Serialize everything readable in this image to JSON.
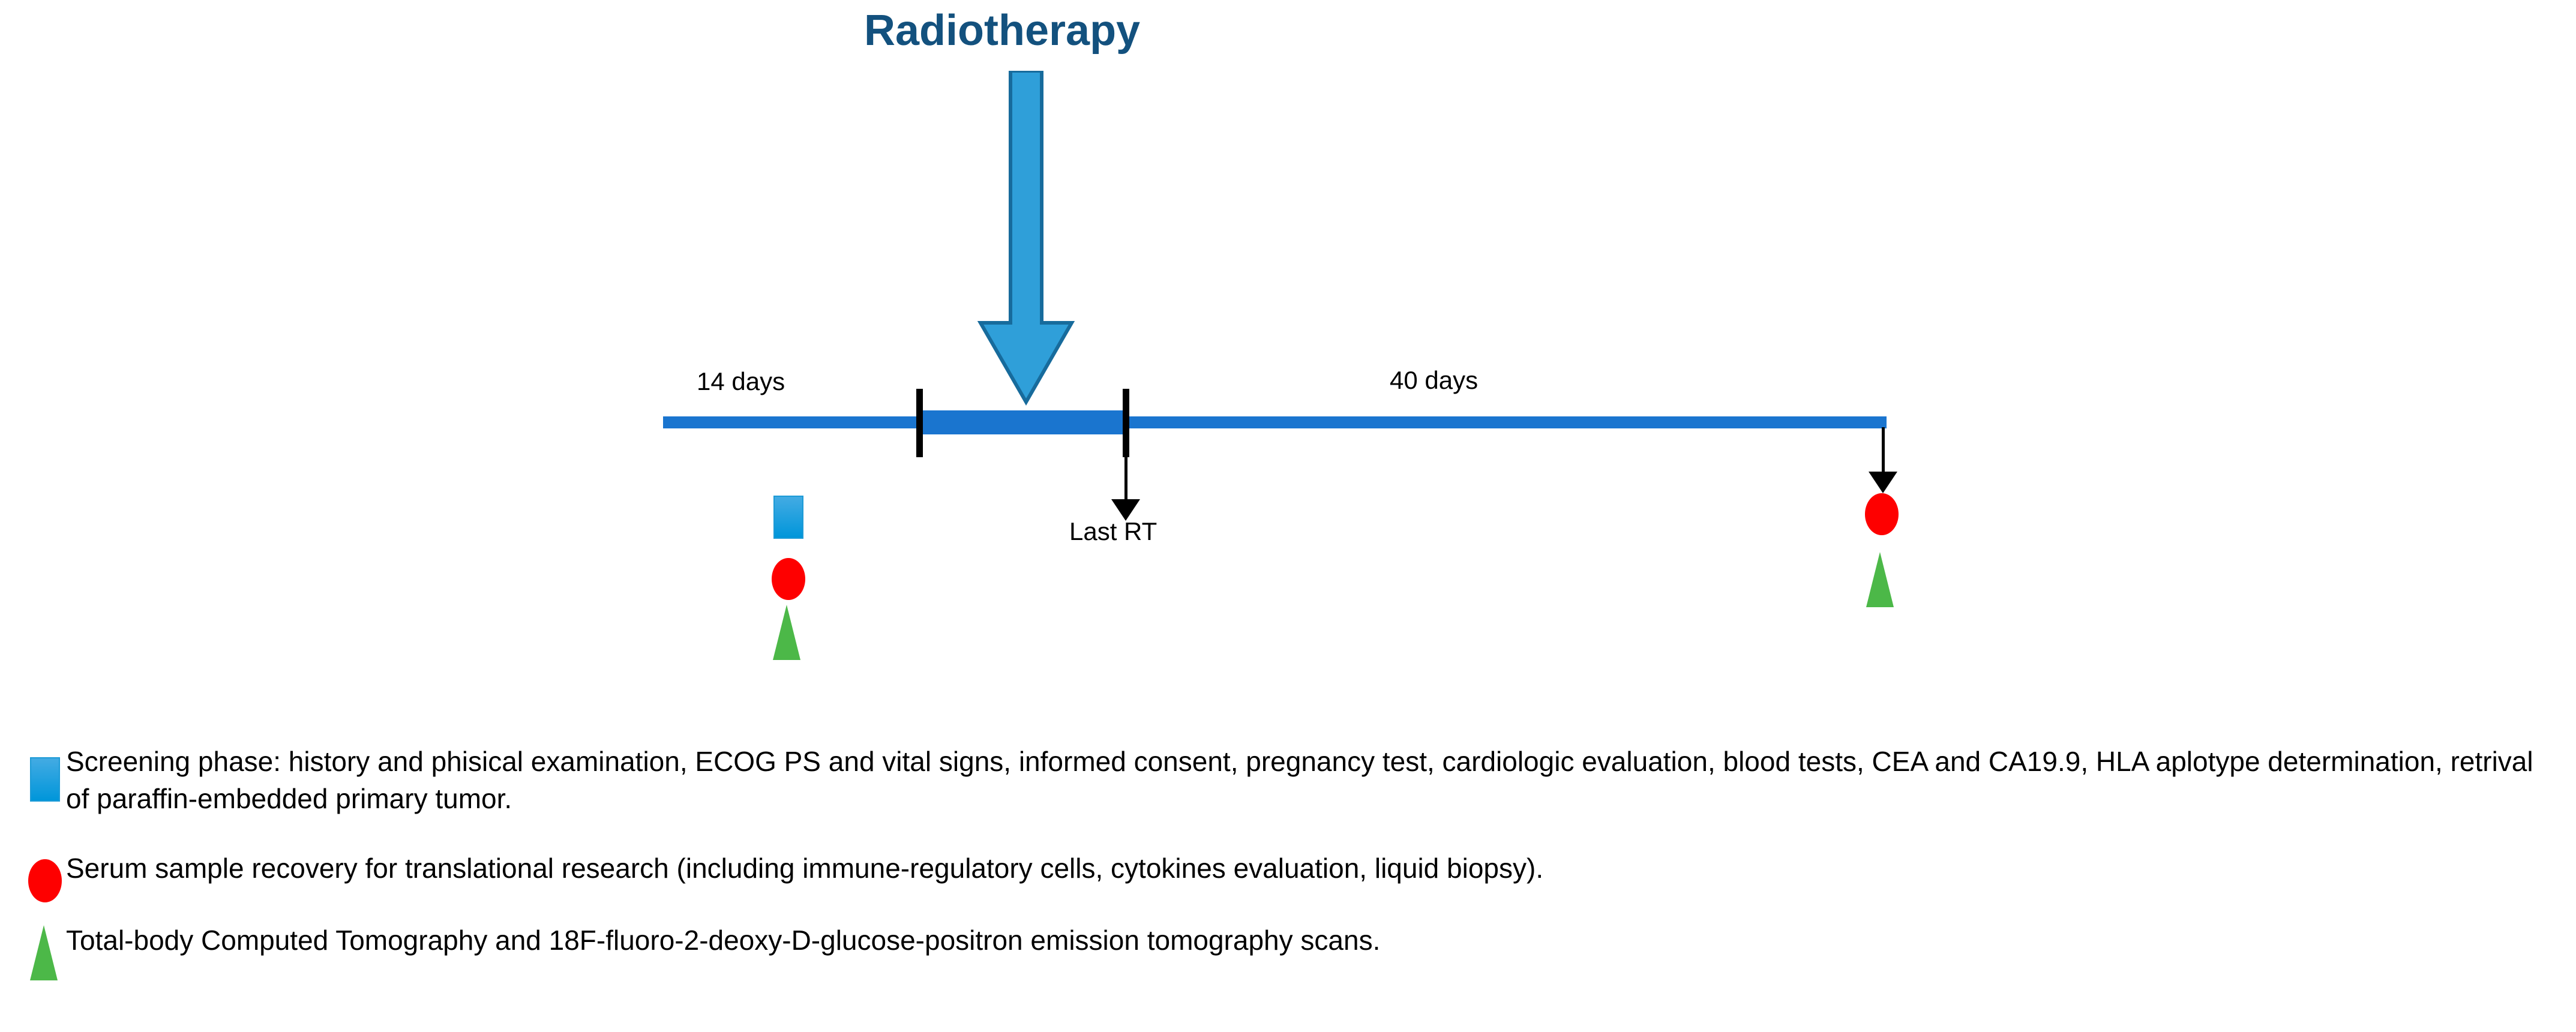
{
  "diagram": {
    "title": "Radiotherapy",
    "title_color": "#13517E",
    "timeline_color": "#1A75CF",
    "segments": [
      {
        "id": "screening",
        "label": "14 days"
      },
      {
        "id": "followup",
        "label": "40 days"
      }
    ],
    "annotations": [
      {
        "id": "last-rt",
        "label": "Last RT"
      }
    ],
    "markers": {
      "screening_square": {
        "icon": "blue-square-marker",
        "color": "#0096DA"
      },
      "serum_circle": {
        "icon": "red-circle-marker",
        "color": "#FE0000"
      },
      "imaging_triangle": {
        "icon": "green-triangle-marker",
        "color": "#4CB848"
      }
    },
    "rt_arrow": {
      "icon": "down-arrow-icon",
      "color": "#2F9FD9"
    }
  },
  "legend": {
    "items": [
      {
        "icon": "blue-square-marker",
        "color": "#0096DA",
        "text": "Screening phase: history and phisical examination, ECOG PS and vital signs, informed consent, pregnancy test, cardiologic evaluation, blood tests, CEA and CA19.9, HLA aplotype determination, retrival of paraffin-embedded primary tumor."
      },
      {
        "icon": "red-circle-marker",
        "color": "#FE0000",
        "text": "Serum sample recovery for translational research (including immune-regulatory cells, cytokines evaluation, liquid biopsy)."
      },
      {
        "icon": "green-triangle-marker",
        "color": "#4CB848",
        "text": "Total-body Computed Tomography and 18F-fluoro-2-deoxy-D-glucose-positron emission tomography scans."
      }
    ]
  }
}
